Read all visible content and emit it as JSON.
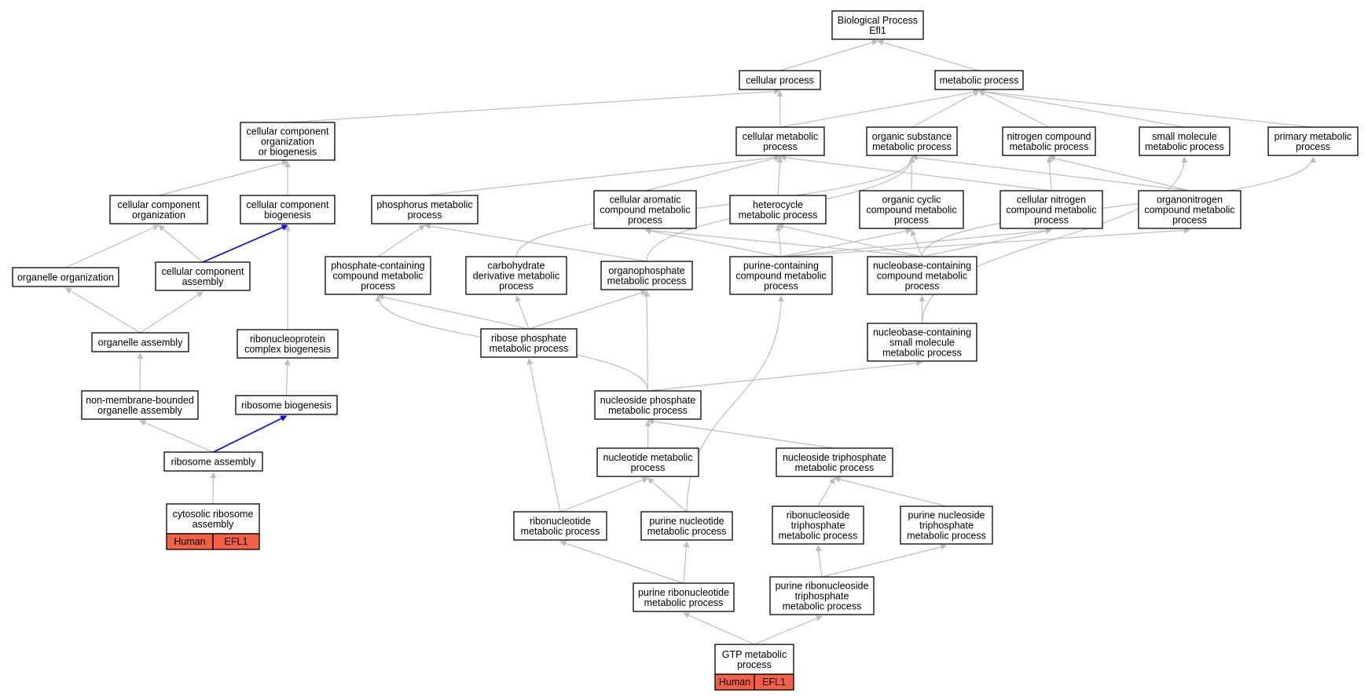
{
  "colors": {
    "edge": "#bdbdbd",
    "highlight_edge": "#0000ff",
    "node_border": "#000000",
    "annotation_fill": "#f36046"
  },
  "nodes": {
    "bp": {
      "lines": [
        "Biological Process",
        "Efl1"
      ]
    },
    "cp": {
      "lines": [
        "cellular process"
      ]
    },
    "mp": {
      "lines": [
        "metabolic process"
      ]
    },
    "ccob": {
      "lines": [
        "cellular component",
        "organization",
        "or biogenesis"
      ]
    },
    "cmp": {
      "lines": [
        "cellular metabolic",
        "process"
      ]
    },
    "osmp": {
      "lines": [
        "organic substance",
        "metabolic process"
      ]
    },
    "ncmp": {
      "lines": [
        "nitrogen compound",
        "metabolic process"
      ]
    },
    "smmp": {
      "lines": [
        "small molecule",
        "metabolic process"
      ]
    },
    "pmp": {
      "lines": [
        "primary metabolic",
        "process"
      ]
    },
    "cco": {
      "lines": [
        "cellular component",
        "organization"
      ]
    },
    "ccb": {
      "lines": [
        "cellular component",
        "biogenesis"
      ]
    },
    "phmp": {
      "lines": [
        "phosphorus metabolic",
        "process"
      ]
    },
    "cacm": {
      "lines": [
        "cellular aromatic",
        "compound metabolic",
        "process"
      ]
    },
    "hmp": {
      "lines": [
        "heterocycle",
        "metabolic process"
      ]
    },
    "occm": {
      "lines": [
        "organic cyclic",
        "compound metabolic",
        "process"
      ]
    },
    "cncm": {
      "lines": [
        "cellular nitrogen",
        "compound metabolic",
        "process"
      ]
    },
    "oncm": {
      "lines": [
        "organonitrogen",
        "compound metabolic",
        "process"
      ]
    },
    "oo": {
      "lines": [
        "organelle organization"
      ]
    },
    "cca": {
      "lines": [
        "cellular component",
        "assembly"
      ]
    },
    "pccm": {
      "lines": [
        "phosphate-containing",
        "compound metabolic",
        "process"
      ]
    },
    "cdmp": {
      "lines": [
        "carbohydrate",
        "derivative metabolic",
        "process"
      ]
    },
    "opmp": {
      "lines": [
        "organophosphate",
        "metabolic process"
      ]
    },
    "pucm": {
      "lines": [
        "purine-containing",
        "compound metabolic",
        "process"
      ]
    },
    "nbcm": {
      "lines": [
        "nucleobase-containing",
        "compound metabolic",
        "process"
      ]
    },
    "oa": {
      "lines": [
        "organelle assembly"
      ]
    },
    "rcb": {
      "lines": [
        "ribonucleoprotein",
        "complex biogenesis"
      ]
    },
    "rpmp": {
      "lines": [
        "ribose phosphate",
        "metabolic process"
      ]
    },
    "nbsm": {
      "lines": [
        "nucleobase-containing",
        "small molecule",
        "metabolic process"
      ]
    },
    "nmoa": {
      "lines": [
        "non-membrane-bounded",
        "organelle assembly"
      ]
    },
    "rb": {
      "lines": [
        "ribosome biogenesis"
      ]
    },
    "nspm": {
      "lines": [
        "nucleoside phosphate",
        "metabolic process"
      ]
    },
    "ra": {
      "lines": [
        "ribosome assembly"
      ]
    },
    "ntmp": {
      "lines": [
        "nucleotide metabolic",
        "process"
      ]
    },
    "ntpm": {
      "lines": [
        "nucleoside triphosphate",
        "metabolic process"
      ]
    },
    "crsa": {
      "lines": [
        "cytosolic ribosome",
        "assembly"
      ],
      "annotations": [
        "Human",
        "EFL1"
      ]
    },
    "rnmp": {
      "lines": [
        "ribonucleotide",
        "metabolic process"
      ]
    },
    "pnmp": {
      "lines": [
        "purine nucleotide",
        "metabolic process"
      ]
    },
    "rntp": {
      "lines": [
        "ribonucleoside",
        "triphosphate",
        "metabolic process"
      ]
    },
    "pntp": {
      "lines": [
        "purine nucleoside",
        "triphosphate",
        "metabolic process"
      ]
    },
    "prnm": {
      "lines": [
        "purine ribonucleotide",
        "metabolic process"
      ]
    },
    "prnt": {
      "lines": [
        "purine ribonucleoside",
        "triphosphate",
        "metabolic process"
      ]
    },
    "gtp": {
      "lines": [
        "GTP metabolic",
        "process"
      ],
      "annotations": [
        "Human",
        "EFL1"
      ]
    }
  },
  "edges": [
    [
      "cp",
      "bp"
    ],
    [
      "mp",
      "bp"
    ],
    [
      "ccob",
      "cp"
    ],
    [
      "cmp",
      "cp"
    ],
    [
      "cmp",
      "mp"
    ],
    [
      "osmp",
      "mp"
    ],
    [
      "ncmp",
      "mp"
    ],
    [
      "smmp",
      "mp"
    ],
    [
      "pmp",
      "mp"
    ],
    [
      "cco",
      "ccob"
    ],
    [
      "ccb",
      "ccob"
    ],
    [
      "phmp",
      "cmp"
    ],
    [
      "cacm",
      "cmp"
    ],
    [
      "hmp",
      "cmp"
    ],
    [
      "cncm",
      "cmp"
    ],
    [
      "occm",
      "osmp"
    ],
    [
      "oncm",
      "osmp"
    ],
    [
      "cdmp",
      "osmp"
    ],
    [
      "opmp",
      "osmp"
    ],
    [
      "cncm",
      "ncmp"
    ],
    [
      "oncm",
      "ncmp"
    ],
    [
      "oo",
      "cco"
    ],
    [
      "cca",
      "cco"
    ],
    [
      "cca",
      "ccb",
      "highlight"
    ],
    [
      "rcb",
      "ccb"
    ],
    [
      "pccm",
      "phmp"
    ],
    [
      "opmp",
      "phmp"
    ],
    [
      "oa",
      "oo"
    ],
    [
      "oa",
      "cca"
    ],
    [
      "rpmp",
      "pccm"
    ],
    [
      "rpmp",
      "cdmp"
    ],
    [
      "rpmp",
      "opmp"
    ],
    [
      "nspm",
      "opmp"
    ],
    [
      "nspm",
      "pccm"
    ],
    [
      "pucm",
      "cacm"
    ],
    [
      "pucm",
      "hmp"
    ],
    [
      "pucm",
      "occm"
    ],
    [
      "pucm",
      "cncm"
    ],
    [
      "pucm",
      "oncm"
    ],
    [
      "nbcm",
      "cacm"
    ],
    [
      "nbcm",
      "hmp"
    ],
    [
      "nbcm",
      "occm"
    ],
    [
      "nbcm",
      "cncm"
    ],
    [
      "nbcm",
      "pmp"
    ],
    [
      "nbsm",
      "nbcm"
    ],
    [
      "nbsm",
      "smmp"
    ],
    [
      "nspm",
      "nbsm"
    ],
    [
      "nmoa",
      "oa"
    ],
    [
      "rb",
      "rcb"
    ],
    [
      "ra",
      "nmoa"
    ],
    [
      "ra",
      "rb",
      "highlight"
    ],
    [
      "crsa",
      "ra"
    ],
    [
      "ntmp",
      "nspm"
    ],
    [
      "ntpm",
      "nspm"
    ],
    [
      "rnmp",
      "ntmp"
    ],
    [
      "pnmp",
      "ntmp"
    ],
    [
      "rnmp",
      "rpmp"
    ],
    [
      "pnmp",
      "pucm"
    ],
    [
      "rntp",
      "ntpm"
    ],
    [
      "pntp",
      "ntpm"
    ],
    [
      "prnm",
      "rnmp"
    ],
    [
      "prnm",
      "pnmp"
    ],
    [
      "prnt",
      "rntp"
    ],
    [
      "prnt",
      "pntp"
    ],
    [
      "gtp",
      "prnm"
    ],
    [
      "gtp",
      "prnt"
    ]
  ]
}
